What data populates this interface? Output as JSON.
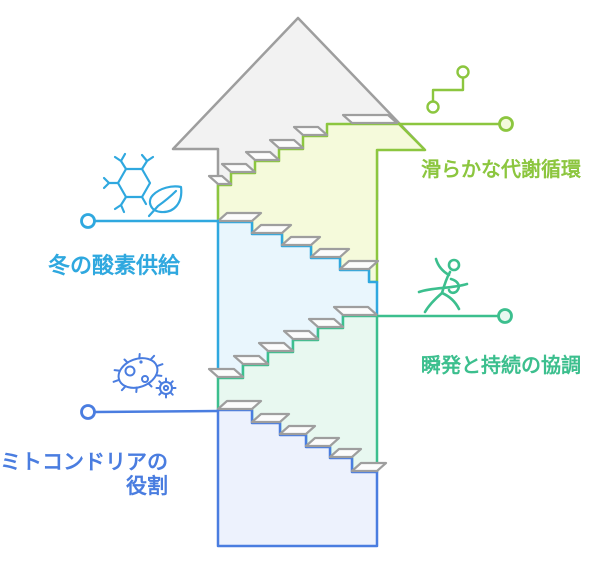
{
  "figure": {
    "type": "staircase-arrow-diagram",
    "arrow_direction": "up",
    "steps_per_band": 6
  },
  "labels": {
    "metabolic": "滑らかな代謝循環",
    "oxygen": "冬の酸素供給",
    "coordination": "瞬発と持続の協調",
    "mitochondria_line1": "ミトコンドリアの",
    "mitochondria_line2": "役割"
  },
  "icons": {
    "top_right": "route-steps-icon",
    "top_left": "snowflake-leaf-icon",
    "middle_right": "runner-icon",
    "bottom_left": "microbe-gear-icon"
  },
  "colors": {
    "arrow_stroke": "#9e9e9e",
    "arrow_fill": "#f2f2f2",
    "step_face_fill": "#fcfcfc",
    "green": "#8cc63f",
    "green_fill": "#f5fadb",
    "cyan": "#2fa8df",
    "cyan_fill": "#e9f6fd",
    "emerald": "#3cbf8e",
    "emerald_fill": "#e8f8f0",
    "royal": "#4a7de0",
    "royal_fill": "#edf2fd"
  }
}
